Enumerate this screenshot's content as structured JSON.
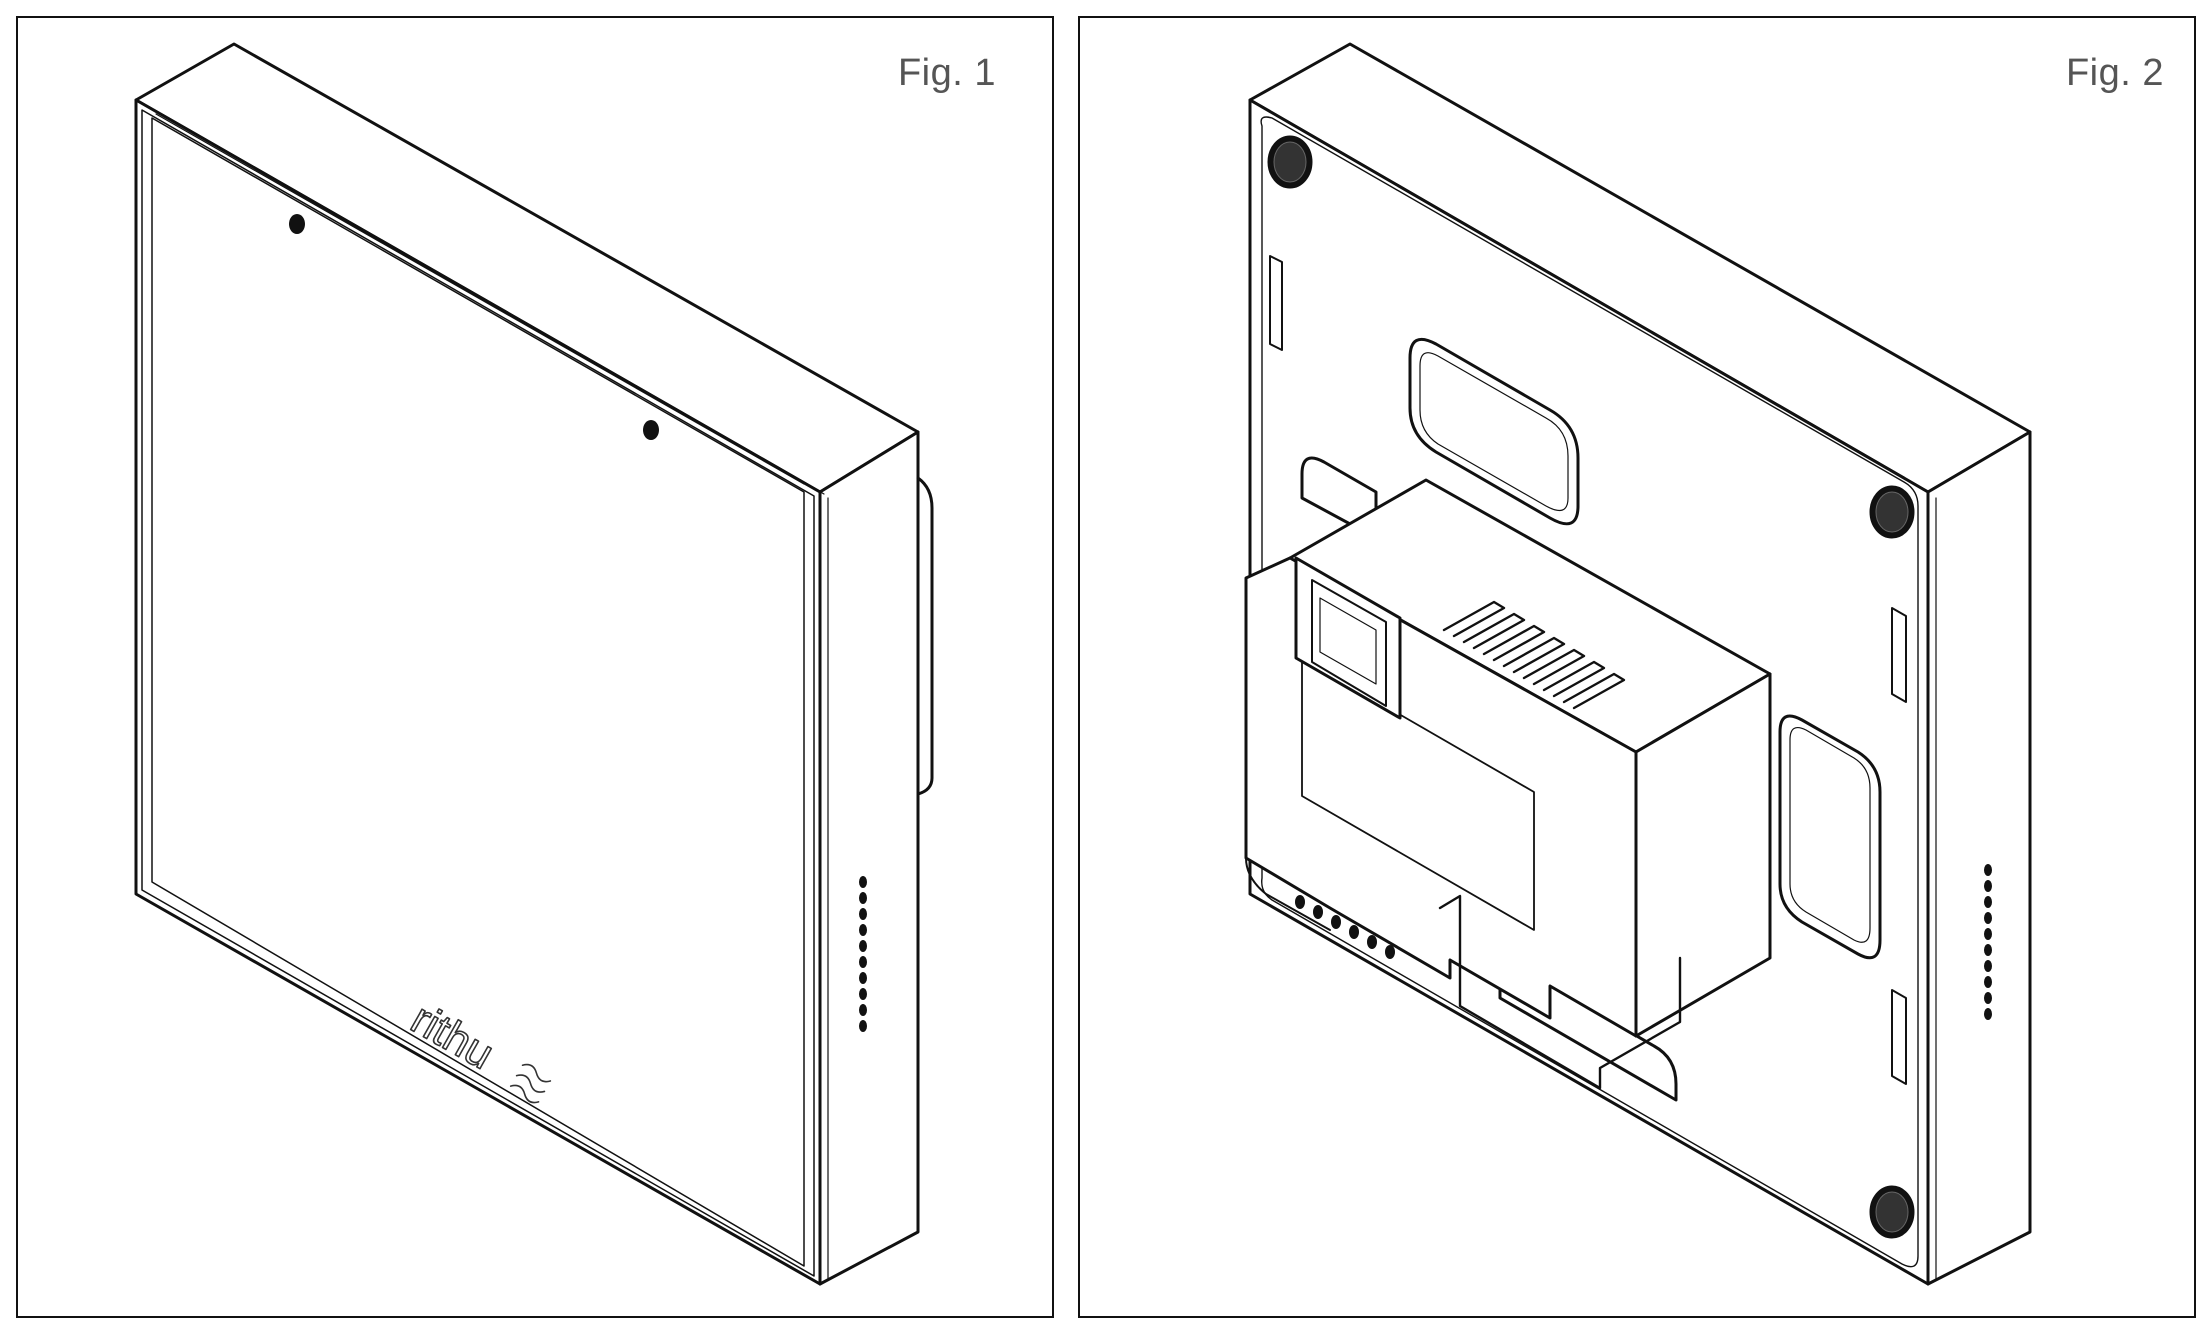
{
  "figures": [
    {
      "label": "Fig. 1",
      "logo_text": "rithu"
    },
    {
      "label": "Fig. 2"
    }
  ]
}
